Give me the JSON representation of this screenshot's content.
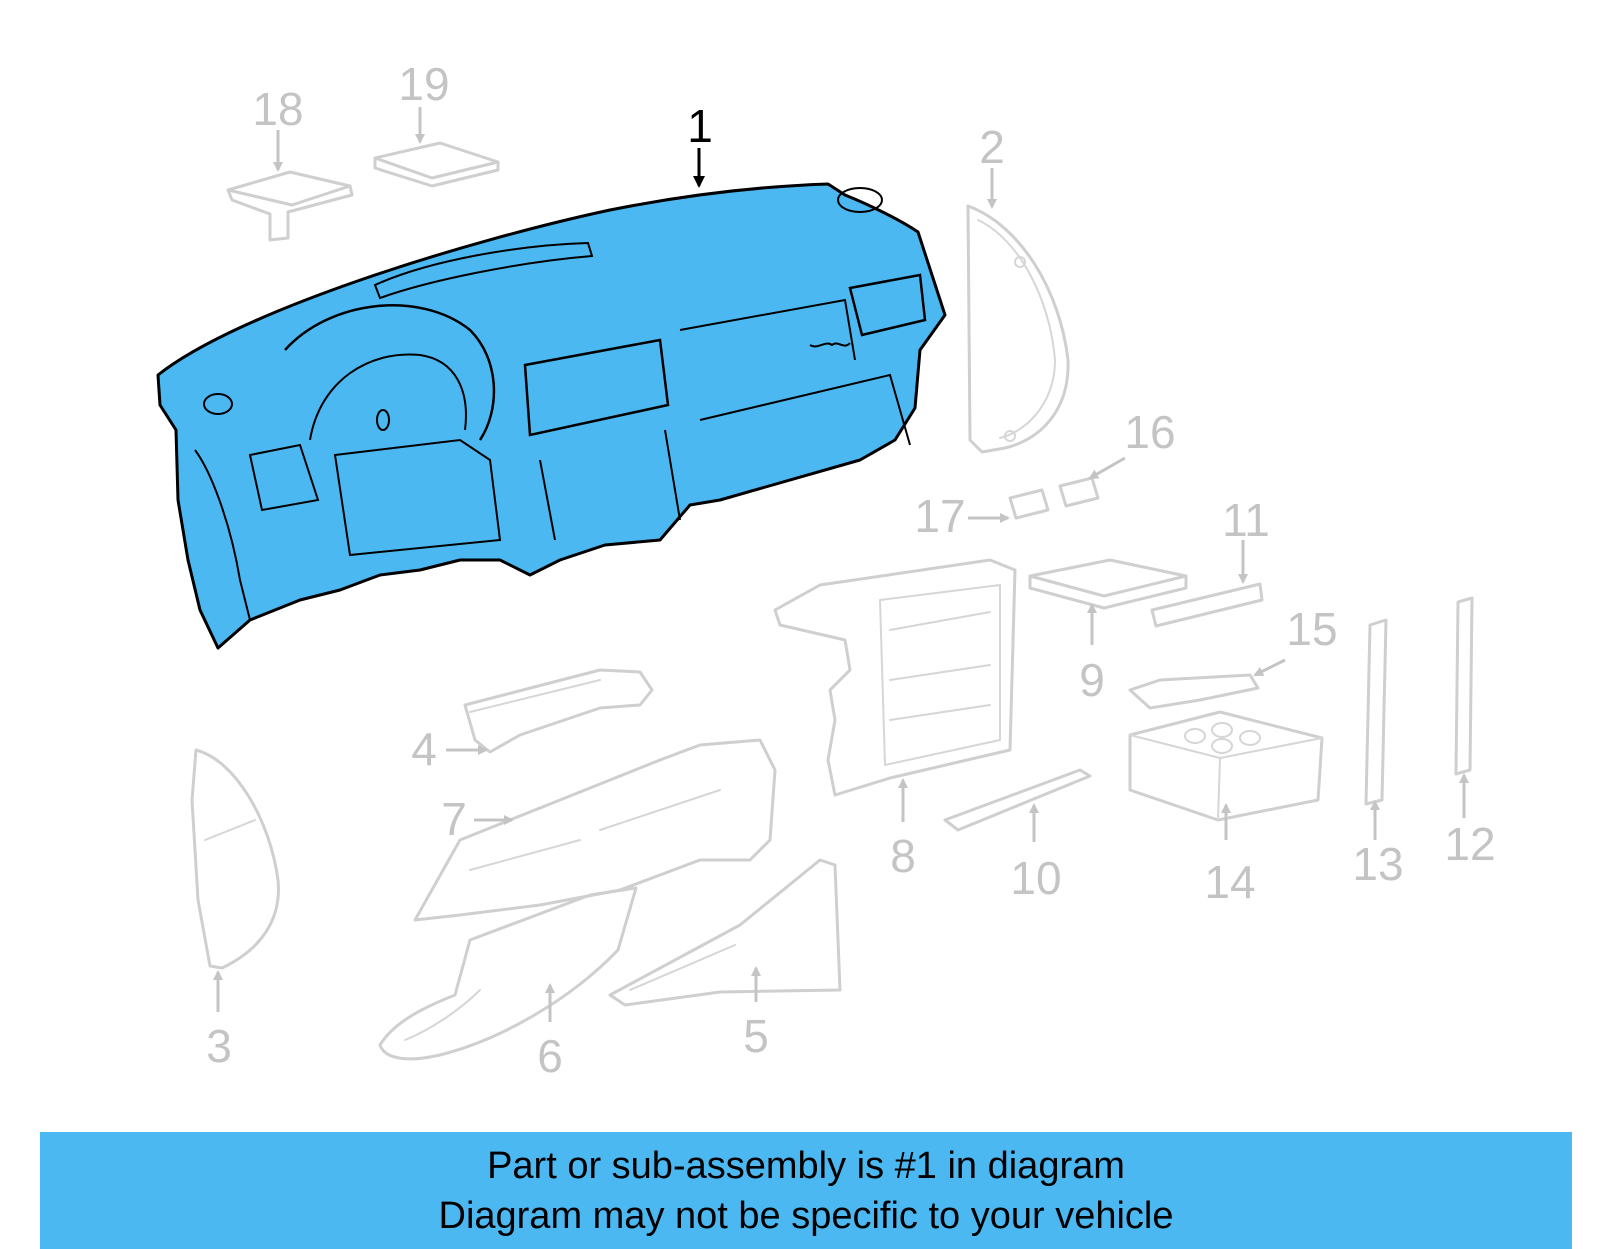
{
  "colors": {
    "highlight": "#4cb8f2",
    "ghost": "#cfcfcf",
    "label": "#c4c4c4",
    "active_label": "#000000"
  },
  "highlighted_part": "1",
  "labels": [
    {
      "id": "1",
      "text": "1"
    },
    {
      "id": "2",
      "text": "2"
    },
    {
      "id": "3",
      "text": "3"
    },
    {
      "id": "4",
      "text": "4"
    },
    {
      "id": "5",
      "text": "5"
    },
    {
      "id": "6",
      "text": "6"
    },
    {
      "id": "7",
      "text": "7"
    },
    {
      "id": "8",
      "text": "8"
    },
    {
      "id": "9",
      "text": "9"
    },
    {
      "id": "10",
      "text": "10"
    },
    {
      "id": "11",
      "text": "11"
    },
    {
      "id": "12",
      "text": "12"
    },
    {
      "id": "13",
      "text": "13"
    },
    {
      "id": "14",
      "text": "14"
    },
    {
      "id": "15",
      "text": "15"
    },
    {
      "id": "16",
      "text": "16"
    },
    {
      "id": "17",
      "text": "17"
    },
    {
      "id": "18",
      "text": "18"
    },
    {
      "id": "19",
      "text": "19"
    }
  ],
  "banner": {
    "line1": "Part or sub-assembly is #1 in diagram",
    "line2": "Diagram may not be specific to your vehicle"
  }
}
